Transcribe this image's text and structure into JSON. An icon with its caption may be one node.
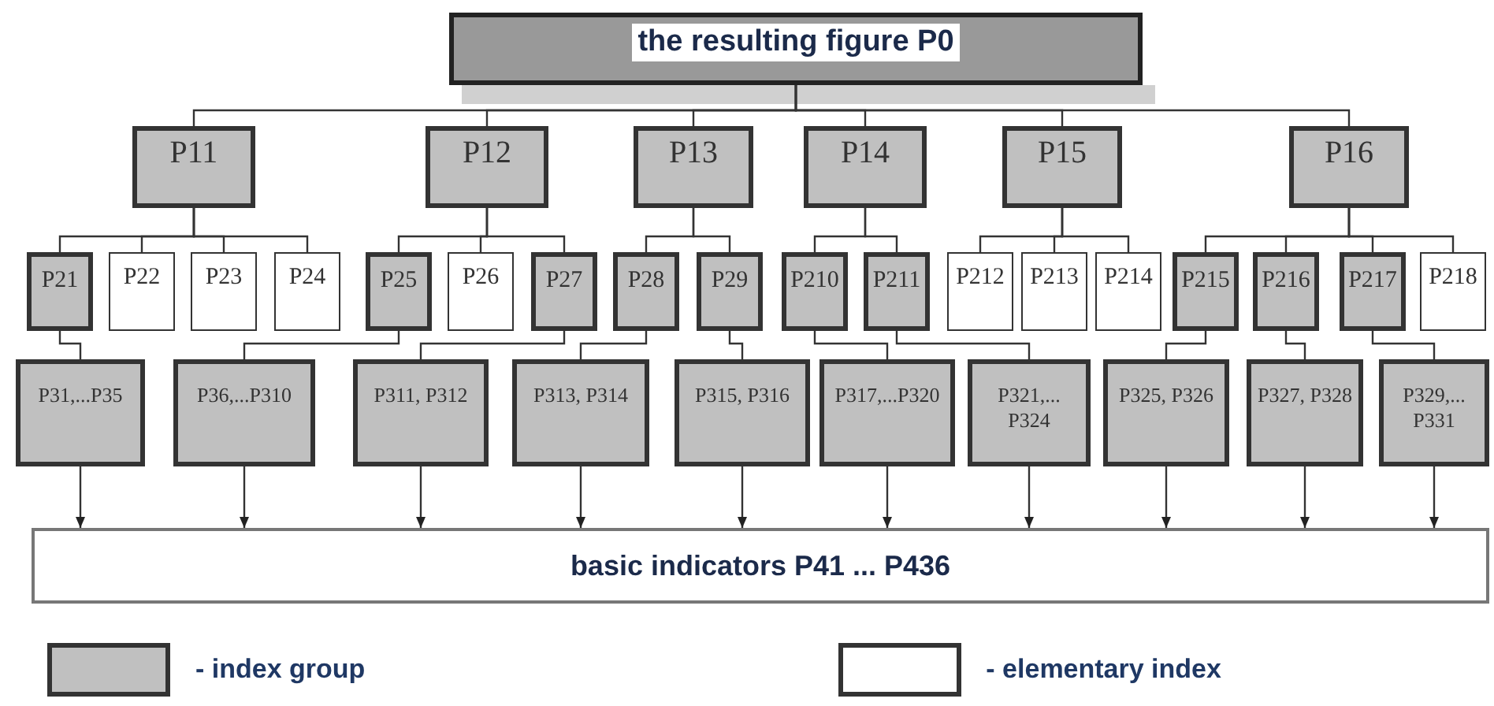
{
  "diagram": {
    "nodes": [
      {
        "text": [
          "the resulting figure P0"
        ]
      },
      {
        "text": [
          "P11"
        ]
      },
      {
        "text": [
          "P12"
        ]
      },
      {
        "text": [
          "P13"
        ]
      },
      {
        "text": [
          "P14"
        ]
      },
      {
        "text": [
          "P15"
        ]
      },
      {
        "text": [
          "P16"
        ]
      },
      {
        "text": [
          "P21"
        ]
      },
      {
        "text": [
          "P22"
        ]
      },
      {
        "text": [
          "P23"
        ]
      },
      {
        "text": [
          "P24"
        ]
      },
      {
        "text": [
          "P25"
        ]
      },
      {
        "text": [
          "P26"
        ]
      },
      {
        "text": [
          "P27"
        ]
      },
      {
        "text": [
          "P28"
        ]
      },
      {
        "text": [
          "P29"
        ]
      },
      {
        "text": [
          "P210"
        ]
      },
      {
        "text": [
          "P211"
        ]
      },
      {
        "text": [
          "P212"
        ]
      },
      {
        "text": [
          "P213"
        ]
      },
      {
        "text": [
          "P214"
        ]
      },
      {
        "text": [
          "P215"
        ]
      },
      {
        "text": [
          "P216"
        ]
      },
      {
        "text": [
          "P217"
        ]
      },
      {
        "text": [
          "P218"
        ]
      },
      {
        "text": [
          "P31,...P35"
        ]
      },
      {
        "text": [
          "P36,...P310"
        ]
      },
      {
        "text": [
          "P311, P312"
        ]
      },
      {
        "text": [
          "P313, P314"
        ]
      },
      {
        "text": [
          "P315, P316"
        ]
      },
      {
        "text": [
          "P317,...P320"
        ]
      },
      {
        "text": [
          "P321,... P324"
        ]
      },
      {
        "text": [
          "P325, P326"
        ]
      },
      {
        "text": [
          "P327, P328"
        ]
      },
      {
        "text": [
          "P329,... P331"
        ]
      },
      {
        "text": [
          "basic indicators P41 ... P436"
        ]
      }
    ],
    "edges": [
      {
        "from": 0,
        "to": 1,
        "arrow": "none"
      },
      {
        "from": 0,
        "to": 2,
        "arrow": "none"
      },
      {
        "from": 0,
        "to": 3,
        "arrow": "none"
      },
      {
        "from": 0,
        "to": 4,
        "arrow": "none"
      },
      {
        "from": 0,
        "to": 5,
        "arrow": "none"
      },
      {
        "from": 0,
        "to": 6,
        "arrow": "none"
      },
      {
        "from": 1,
        "to": 7,
        "arrow": "none"
      },
      {
        "from": 1,
        "to": 8,
        "arrow": "none"
      },
      {
        "from": 1,
        "to": 9,
        "arrow": "none"
      },
      {
        "from": 1,
        "to": 10,
        "arrow": "none"
      },
      {
        "from": 2,
        "to": 11,
        "arrow": "none"
      },
      {
        "from": 2,
        "to": 12,
        "arrow": "none"
      },
      {
        "from": 2,
        "to": 13,
        "arrow": "none"
      },
      {
        "from": 3,
        "to": 14,
        "arrow": "none"
      },
      {
        "from": 3,
        "to": 15,
        "arrow": "none"
      },
      {
        "from": 4,
        "to": 16,
        "arrow": "none"
      },
      {
        "from": 4,
        "to": 17,
        "arrow": "none"
      },
      {
        "from": 5,
        "to": 18,
        "arrow": "none"
      },
      {
        "from": 5,
        "to": 19,
        "arrow": "none"
      },
      {
        "from": 5,
        "to": 20,
        "arrow": "none"
      },
      {
        "from": 6,
        "to": 21,
        "arrow": "none"
      },
      {
        "from": 6,
        "to": 22,
        "arrow": "none"
      },
      {
        "from": 6,
        "to": 23,
        "arrow": "none"
      },
      {
        "from": 6,
        "to": 24,
        "arrow": "none"
      },
      {
        "from": 7,
        "to": 25,
        "arrow": "none"
      },
      {
        "from": 11,
        "to": 26,
        "arrow": "none"
      },
      {
        "from": 13,
        "to": 27,
        "arrow": "none"
      },
      {
        "from": 14,
        "to": 28,
        "arrow": "none"
      },
      {
        "from": 15,
        "to": 29,
        "arrow": "none"
      },
      {
        "from": 16,
        "to": 30,
        "arrow": "none"
      },
      {
        "from": 17,
        "to": 31,
        "arrow": "none"
      },
      {
        "from": 21,
        "to": 32,
        "arrow": "none"
      },
      {
        "from": 22,
        "to": 33,
        "arrow": "none"
      },
      {
        "from": 23,
        "to": 34,
        "arrow": "none"
      },
      {
        "from": 25,
        "to": 35,
        "arrow": "to"
      },
      {
        "from": 26,
        "to": 35,
        "arrow": "to"
      },
      {
        "from": 27,
        "to": 35,
        "arrow": "to"
      },
      {
        "from": 28,
        "to": 35,
        "arrow": "to"
      },
      {
        "from": 29,
        "to": 35,
        "arrow": "to"
      },
      {
        "from": 30,
        "to": 35,
        "arrow": "to"
      },
      {
        "from": 31,
        "to": 35,
        "arrow": "to"
      },
      {
        "from": 32,
        "to": 35,
        "arrow": "to"
      },
      {
        "from": 33,
        "to": 35,
        "arrow": "to"
      },
      {
        "from": 34,
        "to": 35,
        "arrow": "to"
      }
    ],
    "legend": [
      {
        "text": "- index group",
        "color": "#c0c0c0"
      },
      {
        "text": "- elementary index",
        "color": "#ffffff"
      }
    ]
  }
}
